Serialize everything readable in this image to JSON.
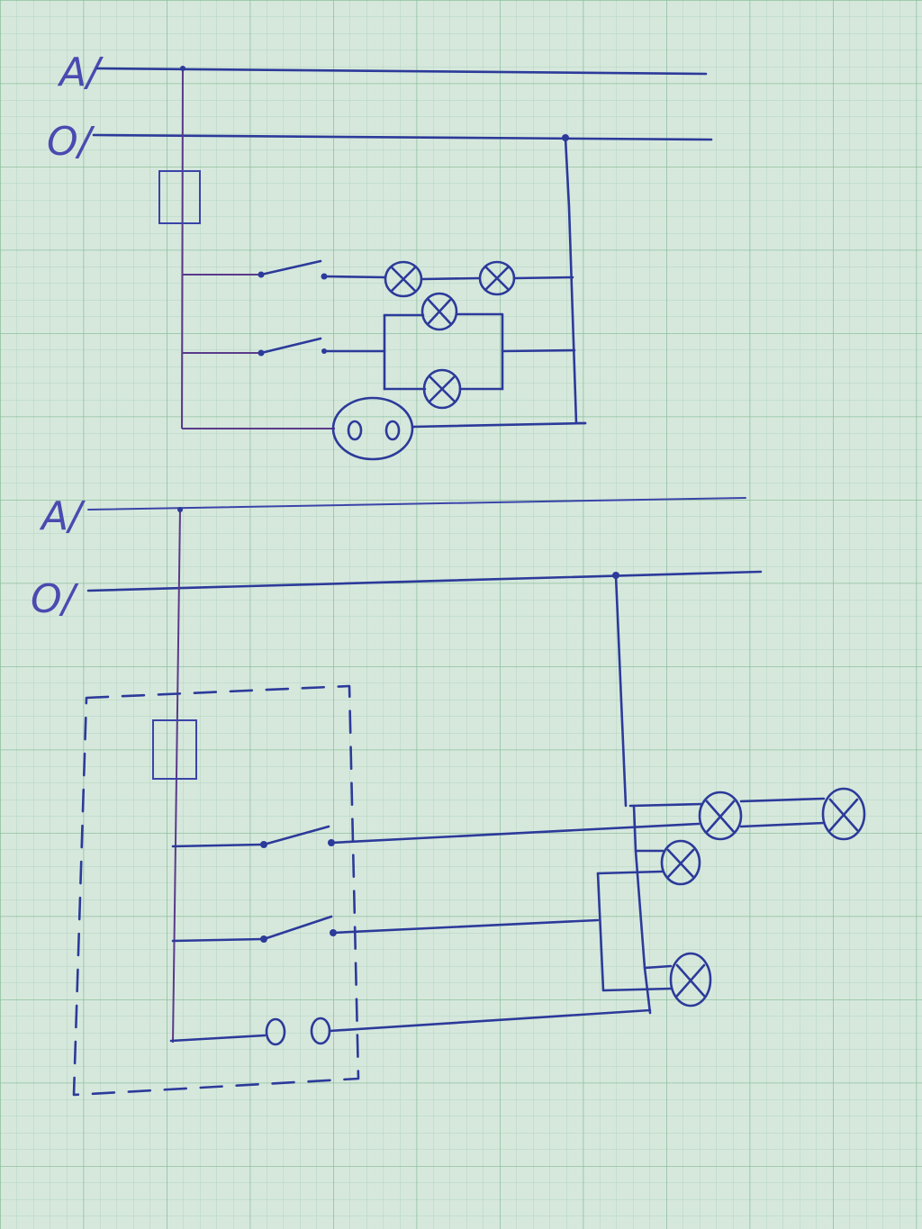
{
  "colors": {
    "paper": "#d6e8dc",
    "grid_minor": "#b2d4bf",
    "grid_major": "#8fbf9f",
    "ink": "#2c3a9a"
  },
  "labels": {
    "top_phase": "A/",
    "top_neutral": "O/",
    "bottom_phase": "A/",
    "bottom_neutral": "O/"
  },
  "icons": {
    "lamp": "lamp-icon",
    "switch": "switch-icon",
    "socket": "socket-icon",
    "fuse": "fuse-icon"
  }
}
